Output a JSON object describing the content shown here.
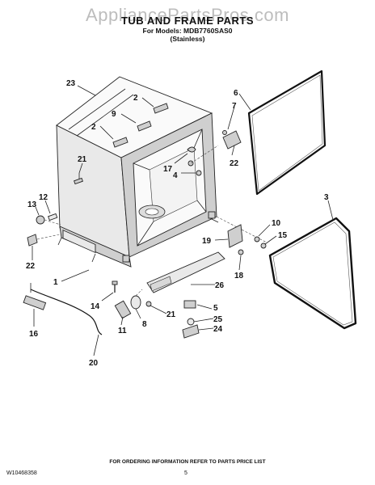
{
  "watermark": "AppliancePartsPros.com",
  "title": "TUB AND FRAME PARTS",
  "models_line": "For Models: MDB7760SAS0",
  "variant": "(Stainless)",
  "callouts": [
    "23",
    "2",
    "9",
    "2",
    "6",
    "7",
    "21",
    "17",
    "22",
    "4",
    "13",
    "12",
    "3",
    "10",
    "15",
    "19",
    "22",
    "1",
    "18",
    "26",
    "14",
    "21",
    "5",
    "8",
    "25",
    "11",
    "24",
    "16",
    "20"
  ],
  "footnote": "FOR ORDERING INFORMATION REFER TO PARTS PRICE LIST",
  "doc_number": "W10468358",
  "page_number": "5"
}
